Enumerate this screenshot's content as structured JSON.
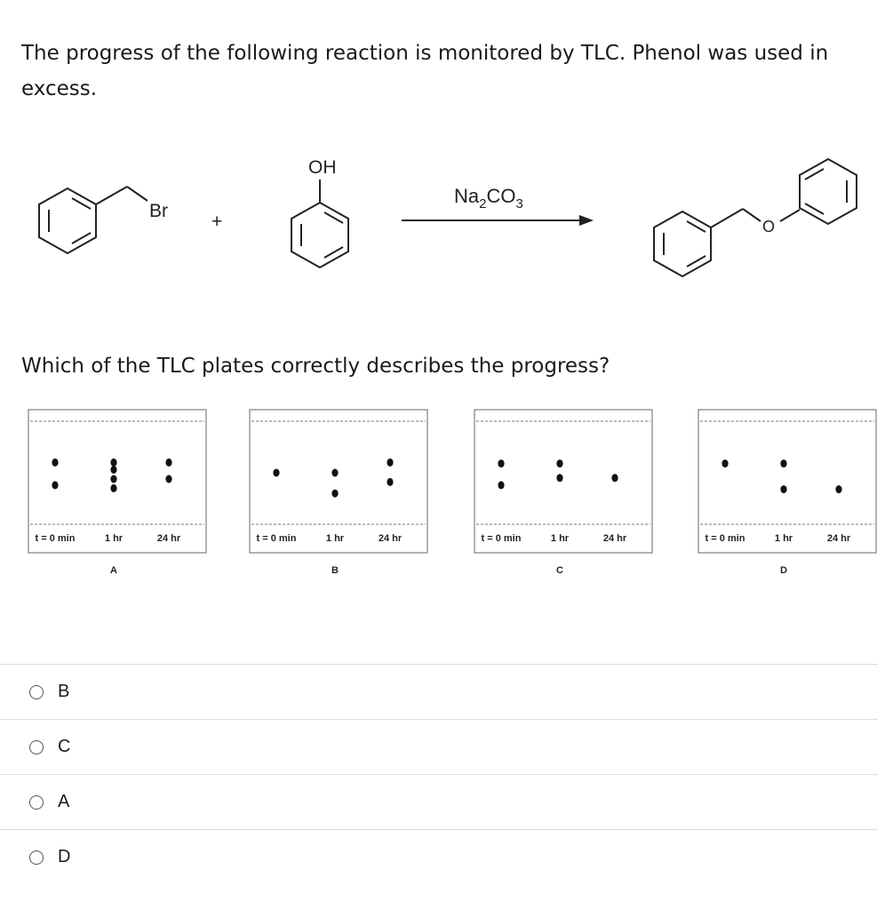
{
  "question": {
    "line1": "The progress of the following reaction is monitored by TLC. Phenol was used in",
    "line2": "excess.",
    "prompt": "Which of the TLC plates correctly describes the progress?"
  },
  "reaction": {
    "bromide_label": "Br",
    "plus": "+",
    "hydroxyl_label": "OH",
    "reagent_main": "Na",
    "reagent_sub1": "2",
    "reagent_mid": "CO",
    "reagent_sub2": "3",
    "ether_o_label": "O"
  },
  "plates": [
    {
      "letter": "A",
      "lanes": [
        "t = 0 min",
        "1 hr",
        "24 hr"
      ],
      "spots": [
        [
          0.38,
          0.6
        ],
        [
          0.35,
          0.44,
          0.53,
          0.6
        ],
        [
          0.44,
          0.6
        ]
      ]
    },
    {
      "letter": "B",
      "lanes": [
        "t = 0 min",
        "1 hr",
        "24 hr"
      ],
      "spots": [
        [
          0.5
        ],
        [
          0.3,
          0.5
        ],
        [
          0.41,
          0.6
        ]
      ]
    },
    {
      "letter": "C",
      "lanes": [
        "t = 0 min",
        "1 hr",
        "24 hr"
      ],
      "spots": [
        [
          0.38,
          0.59
        ],
        [
          0.45,
          0.59
        ],
        [
          0.45
        ]
      ]
    },
    {
      "letter": "D",
      "lanes": [
        "t = 0 min",
        "1 hr",
        "24 hr"
      ],
      "spots": [
        [
          0.59
        ],
        [
          0.34,
          0.59
        ],
        [
          0.34
        ]
      ]
    }
  ],
  "choices": [
    "B",
    "C",
    "A",
    "D"
  ]
}
